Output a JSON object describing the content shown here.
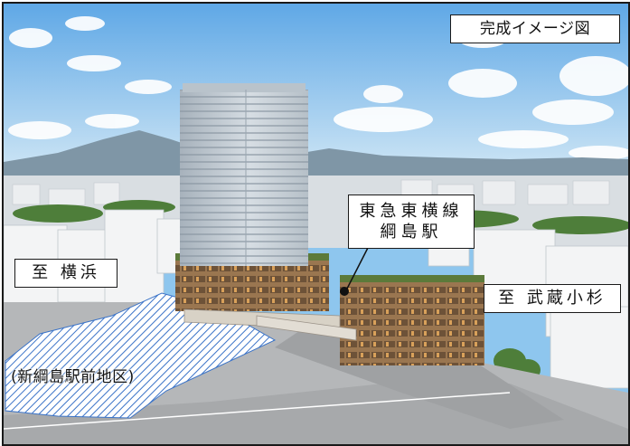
{
  "labels": {
    "image_title": "完成イメージ図",
    "direction_yokohama": "至 横浜",
    "direction_musashikosugi": "至 武蔵小杉",
    "station_line": "東急東横線",
    "station_name": "綱島駅",
    "district_area": "(新綱島駅前地区)"
  },
  "colors": {
    "sky_top": "#5fa8e6",
    "sky_bottom": "#cfe6f5",
    "mountain": "#7f96a6",
    "tower": "#c9d1d8",
    "podium": "#8a6a48",
    "hatch": "#3c74c8",
    "road": "#a7a9ab"
  }
}
